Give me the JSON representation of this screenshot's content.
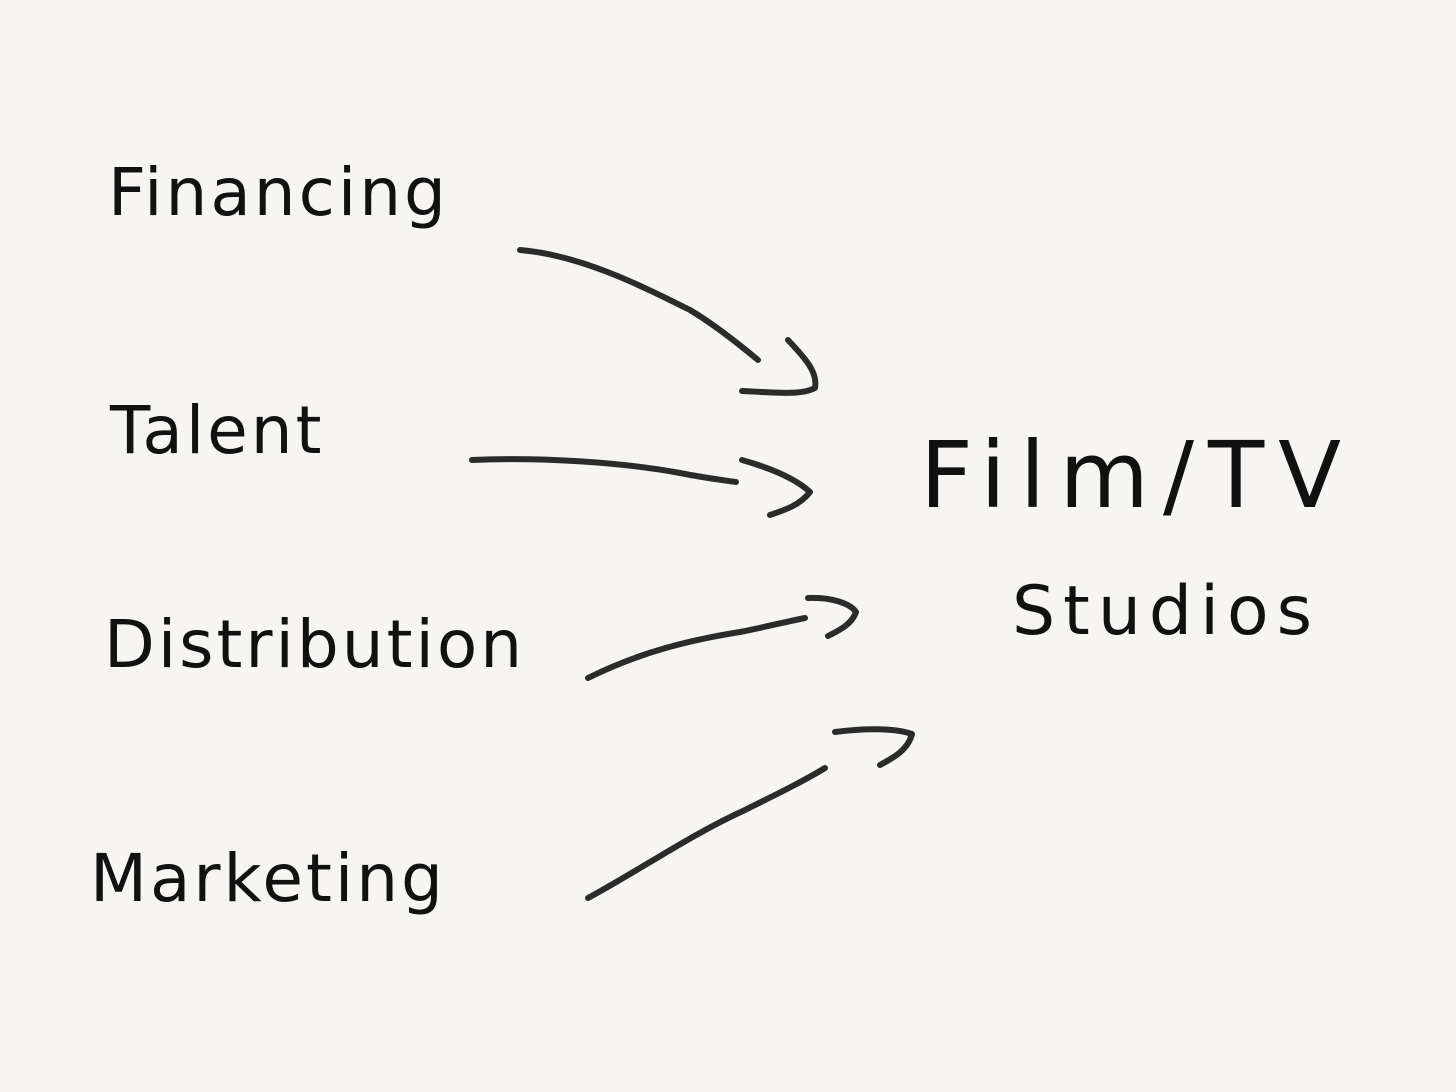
{
  "diagram": {
    "sources": [
      {
        "id": "financing",
        "label": "Financing"
      },
      {
        "id": "talent",
        "label": "Talent"
      },
      {
        "id": "distribution",
        "label": "Distribution"
      },
      {
        "id": "marketing",
        "label": "Marketing"
      }
    ],
    "target": {
      "label": "Film/TV",
      "sublabel": "Studios"
    },
    "edges": [
      {
        "from": "financing",
        "to": "target"
      },
      {
        "from": "talent",
        "to": "target"
      },
      {
        "from": "distribution",
        "to": "target"
      },
      {
        "from": "marketing",
        "to": "target"
      }
    ],
    "colors": {
      "background": "#f6f5f1",
      "ink": "#111111",
      "arrow": "#2b2b2b"
    }
  }
}
